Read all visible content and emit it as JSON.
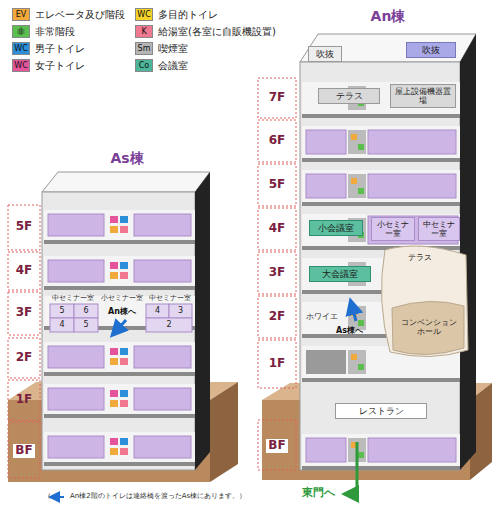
{
  "diagram": {
    "nodes": [
      {
        "text": [
          "As棟"
        ]
      },
      {
        "text": [
          "An棟"
        ]
      },
      {
        "text": [
          "吹抜"
        ],
        "in": 1
      },
      {
        "text": [
          "吹抜"
        ],
        "in": 1
      },
      {
        "text": [
          "テラス"
        ],
        "in": 1
      },
      {
        "text": [
          "屋上設備機器置場"
        ],
        "in": 1
      },
      {
        "text": [
          "小会議室"
        ],
        "in": 1
      },
      {
        "text": [
          "小セミナー室"
        ],
        "in": 1
      },
      {
        "text": [
          "中セミナー室"
        ],
        "in": 1
      },
      {
        "text": [
          "テラス"
        ],
        "in": 1
      },
      {
        "text": [
          "大会議室"
        ],
        "in": 1
      },
      {
        "text": [
          "コンベンションホール"
        ],
        "in": 1
      },
      {
        "text": [
          "レストラン"
        ],
        "in": 1
      }
    ],
    "labels": [
      "EV",
      "非",
      "WC",
      "WC",
      "WC",
      "K",
      "Sm",
      "Co",
      "5F",
      "4F",
      "3F",
      "2F",
      "1F",
      "BF",
      "7F",
      "6F",
      "5F",
      "4F",
      "3F",
      "2F",
      "1F",
      "BF",
      "中セミナー室",
      "小セミナー室",
      "中セミナー室",
      "5",
      "6",
      "4",
      "3",
      "4",
      "5",
      "2",
      "An棟へ",
      "ホワイエ",
      "As棟へ",
      "東門へ",
      "（",
      "An棟2階のトイレは連絡橋を渡ったAs棟にあります。）"
    ],
    "legend": [
      {
        "text": "エレベータ及び階段",
        "color": "#f2a93b"
      },
      {
        "text": "非常階段",
        "color": "#5bbf4f"
      },
      {
        "text": "男子トイレ",
        "color": "#2d8fd8"
      },
      {
        "text": "女子トイレ",
        "color": "#e4559c"
      },
      {
        "text": "多目的トイレ",
        "color": "#f4d22a"
      },
      {
        "text": "給湯室(各室に自販機設置)",
        "color": "#f07890"
      },
      {
        "text": "喫煙室",
        "color": "#b5b5b5"
      },
      {
        "text": "会議室",
        "color": "#4db59a"
      }
    ]
  }
}
